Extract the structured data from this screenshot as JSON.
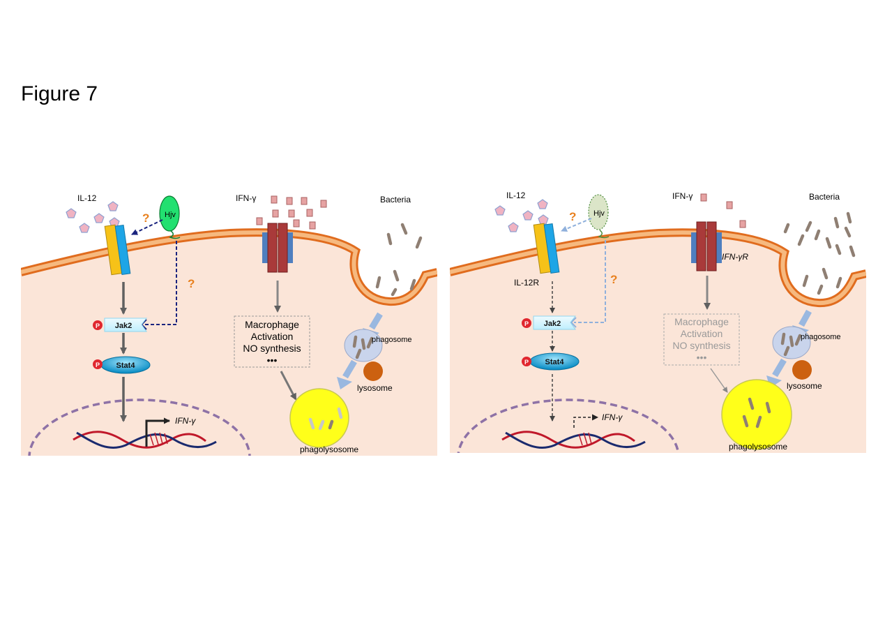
{
  "figure_title": "Figure 7",
  "colors": {
    "cytoplasm": "#fbe5d8",
    "membrane_outer": "#e06c1e",
    "membrane_inner": "#f6b97f",
    "nucleus": "#8e72a6",
    "question": "#e8801e",
    "hjv_left": "#22e070",
    "hjv_right": "#dbe5c8",
    "ifng_square": "#e6a3a3",
    "receptor_dark": "#a93a3a",
    "receptor_blue": "#4f7fbf",
    "il12r_yellow": "#f6c218",
    "il12r_cyan": "#1ea5e6",
    "phagolysosome": "#ffff1a",
    "lysosome": "#cc6110",
    "bacteria": "#8f7f73",
    "dna_red": "#c0182a",
    "dna_navy": "#1a2a6e"
  },
  "left_panel": {
    "il12_label": "IL-12",
    "ifng_label": "IFN-γ",
    "bacteria_label": "Bacteria",
    "hjv_label": "Hjv",
    "question_marks": [
      "?",
      "?"
    ],
    "jak2_label": "Jak2",
    "stat4_label": "Stat4",
    "p_label": "P",
    "box_lines": [
      "Macrophage",
      "Activation",
      "NO synthesis",
      "•••"
    ],
    "phagosome_label": "phagosome",
    "lysosome_label": "lysosome",
    "phagolysosome_label": "phagolysosome",
    "gene_label": "IFN-γ"
  },
  "right_panel": {
    "il12_label": "IL-12",
    "il12r_label": "IL-12R",
    "ifng_label": "IFN-γ",
    "ifngr_label": "IFN-γR",
    "bacteria_label": "Bacteria",
    "hjv_label": "Hjv",
    "question_marks": [
      "?",
      "?"
    ],
    "jak2_label": "Jak2",
    "stat4_label": "Stat4",
    "p_label": "P",
    "box_lines": [
      "Macrophage",
      "Activation",
      "NO synthesis",
      "•••"
    ],
    "phagosome_label": "phagosome",
    "lysosome_label": "lysosome",
    "phagolysosome_label": "phagolysosome",
    "gene_label": "IFN-γ"
  }
}
